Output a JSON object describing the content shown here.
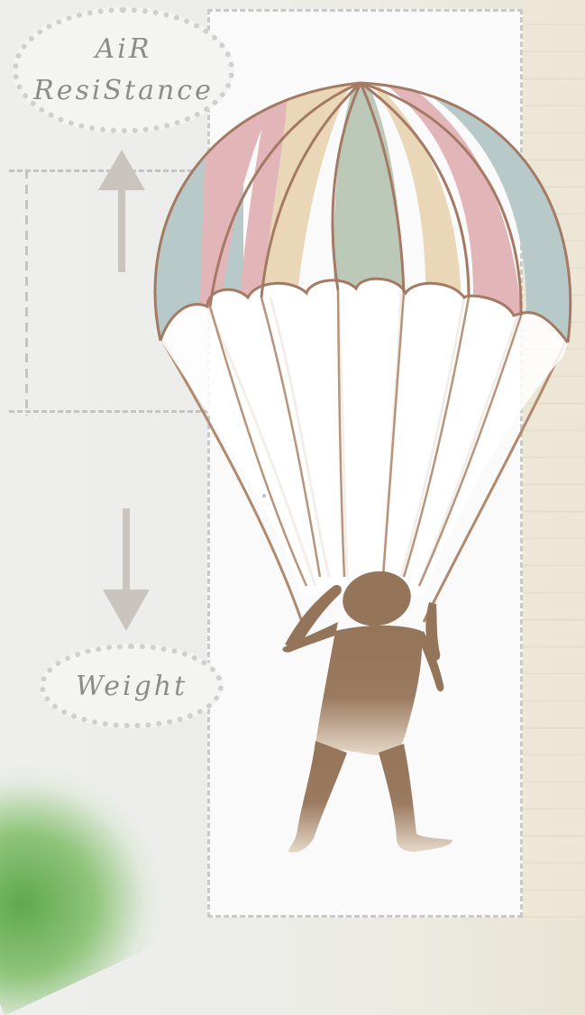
{
  "labels": {
    "air_resistance": "AiR\nResiStance",
    "air_line1": "AiR",
    "air_line2": "ResiStance",
    "weight": "Weight"
  },
  "colors": {
    "canopy_blue": "#b8c9c9",
    "canopy_pink": "#e2b5b9",
    "canopy_cream": "#e9d7b7",
    "canopy_sage": "#bcc8b8",
    "outline": "#a47a64",
    "figure": "#957559",
    "arrow": "#c9c4bd",
    "dashed_border": "#c4c4c4"
  },
  "icons": {
    "up_arrow": "arrow-up-icon",
    "down_arrow": "arrow-down-icon",
    "parachute": "parachute-icon",
    "person": "person-icon"
  }
}
